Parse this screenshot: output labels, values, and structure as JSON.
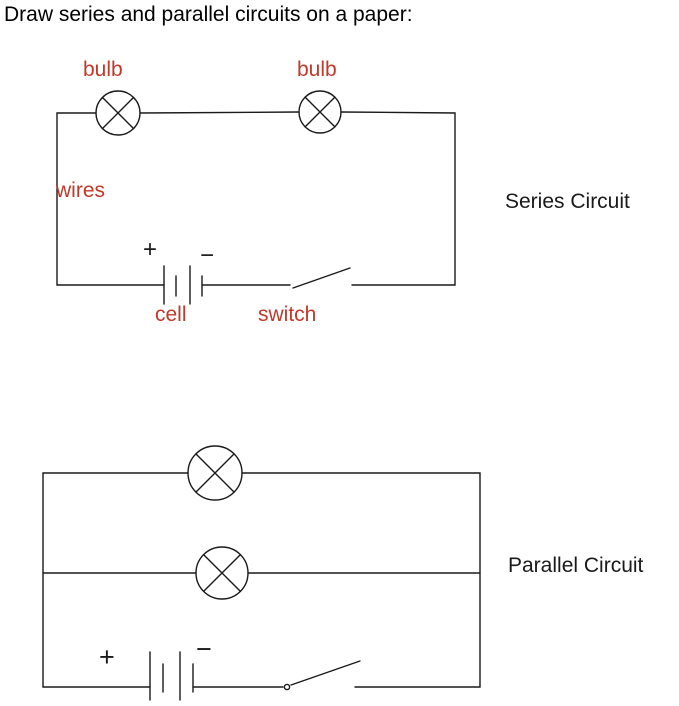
{
  "title": "Draw series and parallel circuits on a paper:",
  "colors": {
    "label_red": "#c0392b",
    "ink": "#1a1a1a"
  },
  "series": {
    "caption": "Series Circuit",
    "bulb1_label": "bulb",
    "bulb2_label": "bulb",
    "wires_label": "wires",
    "cell_label": "cell",
    "switch_label": "switch",
    "plus": "+",
    "minus": "−"
  },
  "parallel": {
    "caption": "Parallel Circuit",
    "plus": "+",
    "minus": "−"
  }
}
